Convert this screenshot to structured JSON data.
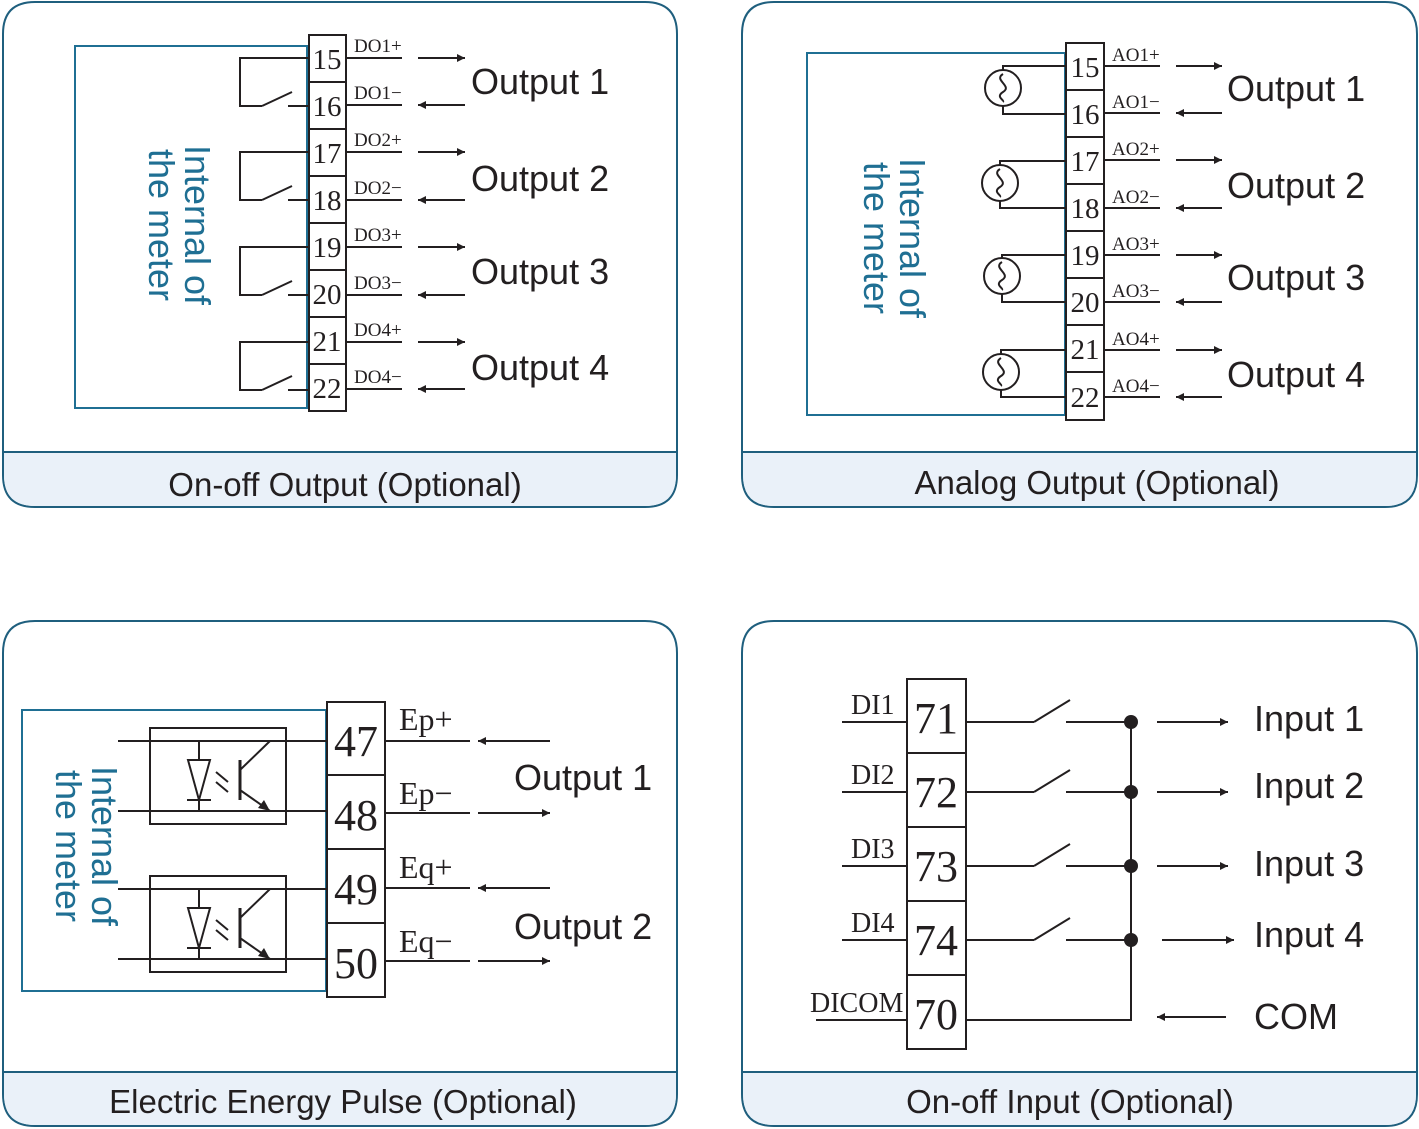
{
  "panels": [
    {
      "id": "onoff-output",
      "caption": "On-off Output (Optional)",
      "internal_label": [
        "Internal of",
        "the meter"
      ],
      "terminals": [
        {
          "num": "15",
          "signal": "DO1+"
        },
        {
          "num": "16",
          "signal": "DO1−"
        },
        {
          "num": "17",
          "signal": "DO2+"
        },
        {
          "num": "18",
          "signal": "DO2−"
        },
        {
          "num": "19",
          "signal": "DO3+"
        },
        {
          "num": "20",
          "signal": "DO3−"
        },
        {
          "num": "21",
          "signal": "DO4+"
        },
        {
          "num": "22",
          "signal": "DO4−"
        }
      ],
      "outputs": [
        "Output 1",
        "Output 2",
        "Output 3",
        "Output 4"
      ]
    },
    {
      "id": "analog-output",
      "caption": "Analog Output (Optional)",
      "internal_label": [
        "Internal of",
        "the meter"
      ],
      "terminals": [
        {
          "num": "15",
          "signal": "AO1+"
        },
        {
          "num": "16",
          "signal": "AO1−"
        },
        {
          "num": "17",
          "signal": "AO2+"
        },
        {
          "num": "18",
          "signal": "AO2−"
        },
        {
          "num": "19",
          "signal": "AO3+"
        },
        {
          "num": "20",
          "signal": "AO3−"
        },
        {
          "num": "21",
          "signal": "AO4+"
        },
        {
          "num": "22",
          "signal": "AO4−"
        }
      ],
      "outputs": [
        "Output 1",
        "Output 2",
        "Output 3",
        "Output 4"
      ]
    },
    {
      "id": "energy-pulse",
      "caption": "Electric Energy Pulse (Optional)",
      "internal_label": [
        "Internal of",
        "the meter"
      ],
      "terminals": [
        {
          "num": "47",
          "signal": "Ep+"
        },
        {
          "num": "48",
          "signal": "Ep−"
        },
        {
          "num": "49",
          "signal": "Eq+"
        },
        {
          "num": "50",
          "signal": "Eq−"
        }
      ],
      "outputs": [
        "Output 1",
        "Output 2"
      ]
    },
    {
      "id": "onoff-input",
      "caption": "On-off Input (Optional)",
      "terminals": [
        {
          "num": "71",
          "signal": "DI1"
        },
        {
          "num": "72",
          "signal": "DI2"
        },
        {
          "num": "73",
          "signal": "DI3"
        },
        {
          "num": "74",
          "signal": "DI4"
        },
        {
          "num": "70",
          "signal": "DICOM"
        }
      ],
      "inputs": [
        "Input 1",
        "Input 2",
        "Input 3",
        "Input 4",
        "COM"
      ]
    }
  ],
  "colors": {
    "frame": "#1f5f7e",
    "caption_bar": "#eaf1f9",
    "internal": "#1f6f93",
    "ink": "#231f20"
  }
}
